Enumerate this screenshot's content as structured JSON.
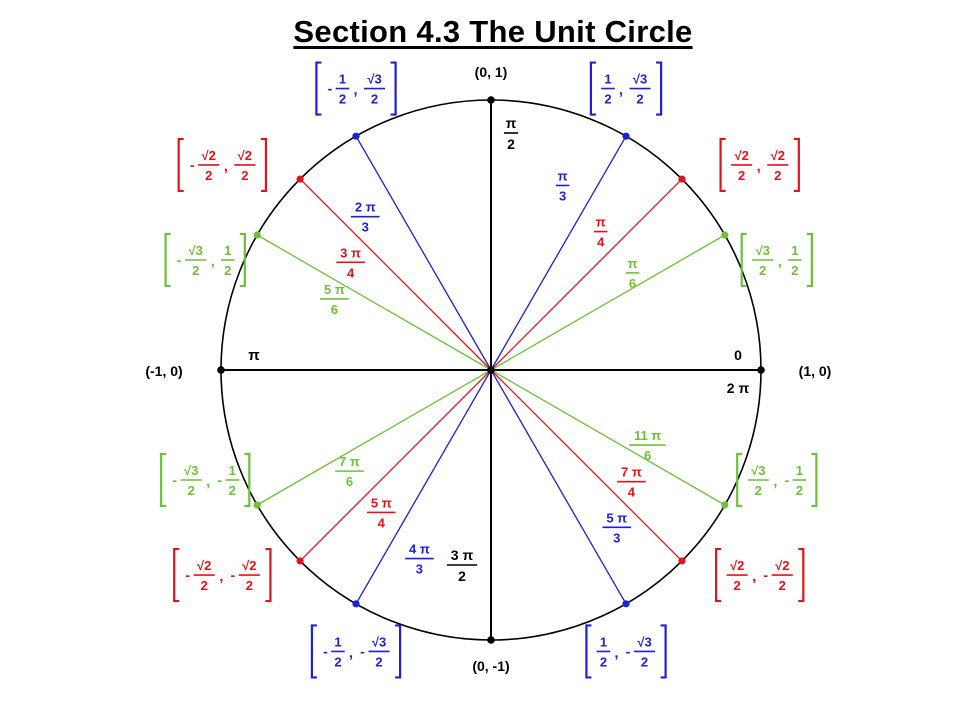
{
  "title": "Section 4.3 The Unit Circle",
  "colors": {
    "axis": "#000000",
    "circle": "#000000",
    "thirds": "#1f1fd6",
    "fourths": "#e0141b",
    "sixths": "#6fbf3a"
  },
  "axis_coords": {
    "right": "(1, 0)",
    "top": "(0, 1)",
    "left": "(-1, 0)",
    "bottom": "(0, -1)"
  },
  "axis_angles": {
    "zero": "0",
    "two_pi": "2 π",
    "pi_over_2": {
      "num": "π",
      "den": "2"
    },
    "pi": "π",
    "three_pi_over_2": {
      "num": "3 π",
      "den": "2"
    }
  },
  "points": [
    {
      "deg": 30,
      "family": "sixths",
      "angle": {
        "num": "π",
        "den": "6"
      },
      "x": {
        "sign": "",
        "num": "√3",
        "den": "2"
      },
      "y": {
        "sign": "",
        "num": "1",
        "den": "2"
      }
    },
    {
      "deg": 45,
      "family": "fourths",
      "angle": {
        "num": "π",
        "den": "4"
      },
      "x": {
        "sign": "",
        "num": "√2",
        "den": "2"
      },
      "y": {
        "sign": "",
        "num": "√2",
        "den": "2"
      }
    },
    {
      "deg": 60,
      "family": "thirds",
      "angle": {
        "num": "π",
        "den": "3"
      },
      "x": {
        "sign": "",
        "num": "1",
        "den": "2"
      },
      "y": {
        "sign": "",
        "num": "√3",
        "den": "2"
      }
    },
    {
      "deg": 120,
      "family": "thirds",
      "angle": {
        "num": "2 π",
        "den": "3"
      },
      "x": {
        "sign": "-",
        "num": "1",
        "den": "2"
      },
      "y": {
        "sign": "",
        "num": "√3",
        "den": "2"
      }
    },
    {
      "deg": 135,
      "family": "fourths",
      "angle": {
        "num": "3 π",
        "den": "4"
      },
      "x": {
        "sign": "-",
        "num": "√2",
        "den": "2"
      },
      "y": {
        "sign": "",
        "num": "√2",
        "den": "2"
      }
    },
    {
      "deg": 150,
      "family": "sixths",
      "angle": {
        "num": "5 π",
        "den": "6"
      },
      "x": {
        "sign": "-",
        "num": "√3",
        "den": "2"
      },
      "y": {
        "sign": "",
        "num": "1",
        "den": "2"
      }
    },
    {
      "deg": 210,
      "family": "sixths",
      "angle": {
        "num": "7 π",
        "den": "6"
      },
      "x": {
        "sign": "-",
        "num": "√3",
        "den": "2"
      },
      "y": {
        "sign": "-",
        "num": "1",
        "den": "2"
      }
    },
    {
      "deg": 225,
      "family": "fourths",
      "angle": {
        "num": "5 π",
        "den": "4"
      },
      "x": {
        "sign": "-",
        "num": "√2",
        "den": "2"
      },
      "y": {
        "sign": "-",
        "num": "√2",
        "den": "2"
      }
    },
    {
      "deg": 240,
      "family": "thirds",
      "angle": {
        "num": "4 π",
        "den": "3"
      },
      "x": {
        "sign": "-",
        "num": "1",
        "den": "2"
      },
      "y": {
        "sign": "-",
        "num": "√3",
        "den": "2"
      }
    },
    {
      "deg": 300,
      "family": "thirds",
      "angle": {
        "num": "5 π",
        "den": "3"
      },
      "x": {
        "sign": "",
        "num": "1",
        "den": "2"
      },
      "y": {
        "sign": "-",
        "num": "√3",
        "den": "2"
      }
    },
    {
      "deg": 315,
      "family": "fourths",
      "angle": {
        "num": "7 π",
        "den": "4"
      },
      "x": {
        "sign": "",
        "num": "√2",
        "den": "2"
      },
      "y": {
        "sign": "-",
        "num": "√2",
        "den": "2"
      }
    },
    {
      "deg": 330,
      "family": "sixths",
      "angle": {
        "num": "11 π",
        "den": "6"
      },
      "x": {
        "sign": "",
        "num": "√3",
        "den": "2"
      },
      "y": {
        "sign": "-",
        "num": "1",
        "den": "2"
      }
    }
  ]
}
